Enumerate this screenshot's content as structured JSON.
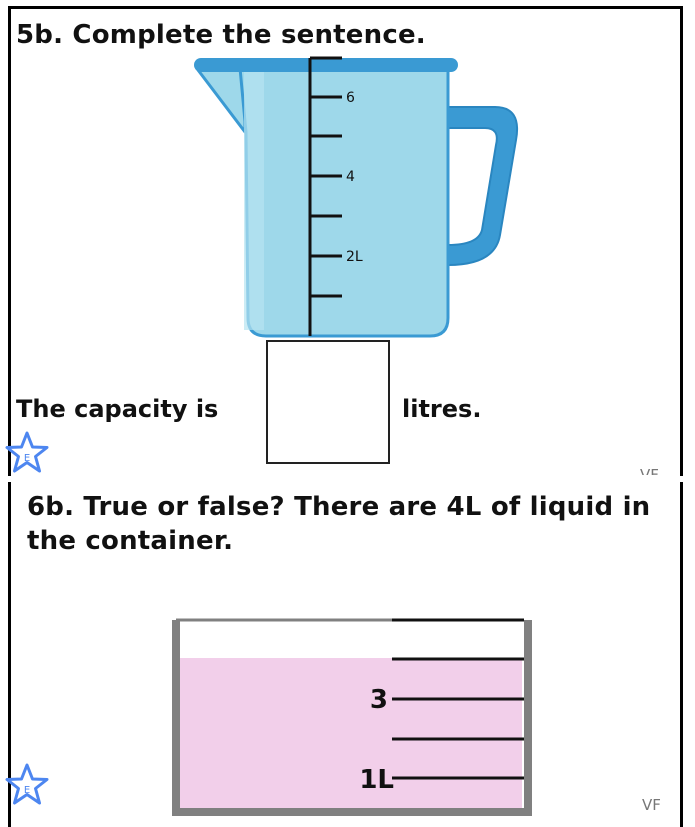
{
  "question_5b": {
    "title": "5b. Complete the sentence.",
    "sentence_lead": "The capacity is",
    "sentence_tail": "litres.",
    "jug_scale_labels": [
      "6",
      "4",
      "2L"
    ],
    "jug_color": "#9ed8ea",
    "jug_outline_color": "#3a9ad3",
    "badge": "E",
    "footer_mark": "VF"
  },
  "question_6b": {
    "title": "6b. True or false? There are 4L of liquid in the container.",
    "container_scale_labels": [
      "3",
      "1L"
    ],
    "liquid_color": "#f2cfea",
    "container_border_color": "#808080",
    "badge": "E",
    "footer_mark": "VF"
  },
  "colors": {
    "star_outline": "#4d86f0"
  }
}
